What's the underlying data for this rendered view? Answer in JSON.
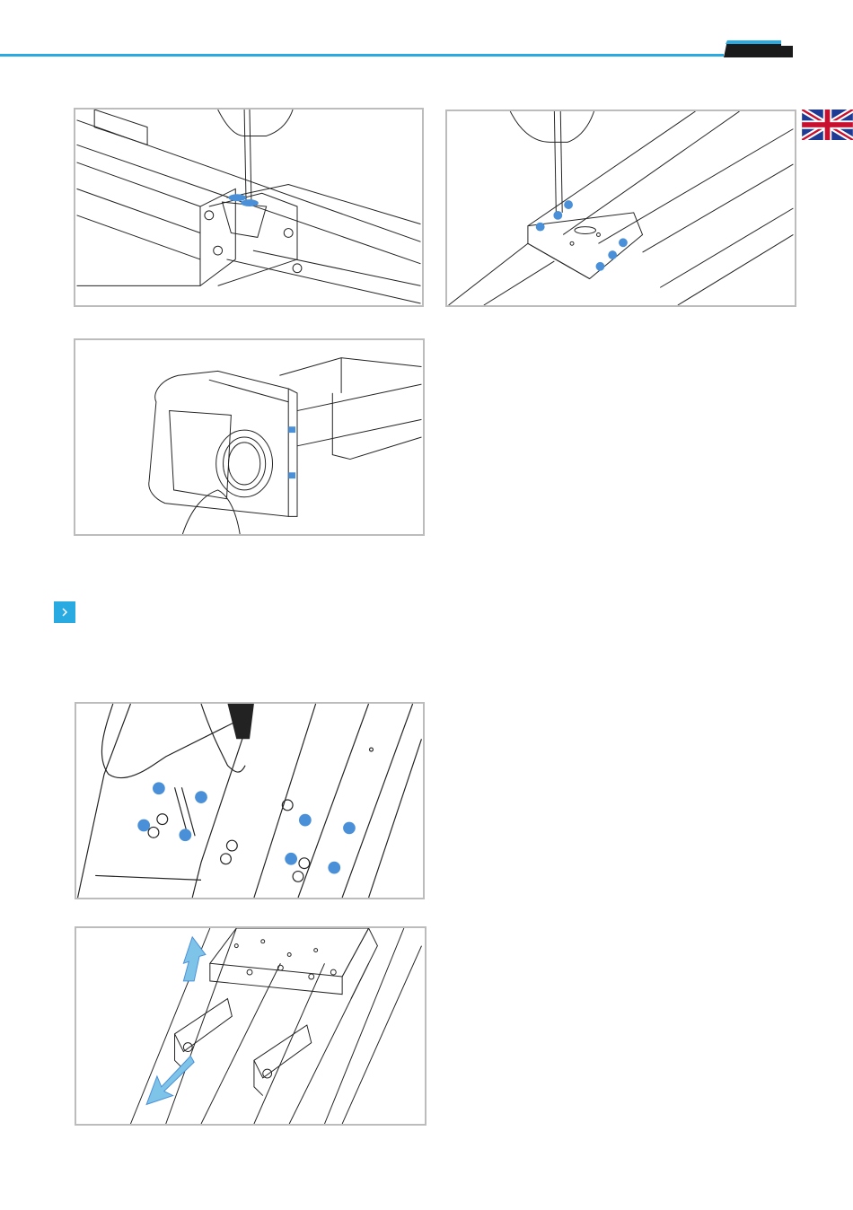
{
  "brand": {
    "accent_color": "#29abe2",
    "tab_color": "#1a1a1a",
    "dot_color": "#4a90d9"
  },
  "language": {
    "flag_icon": "uk-flag-icon"
  },
  "figures": [
    {
      "name": "figure-screwdriver-clamp",
      "icon": "screwdriver-icon"
    },
    {
      "name": "figure-carriage-plate-screws",
      "icon": "screwdriver-icon"
    },
    {
      "name": "figure-motor-mount",
      "icon": "motor-icon"
    },
    {
      "name": "figure-allen-key-plate",
      "icon": "allen-key-icon"
    },
    {
      "name": "figure-remove-carriage",
      "icon": "arrow-icon"
    }
  ],
  "section_marker": {
    "icon": "chevron-right-icon"
  }
}
